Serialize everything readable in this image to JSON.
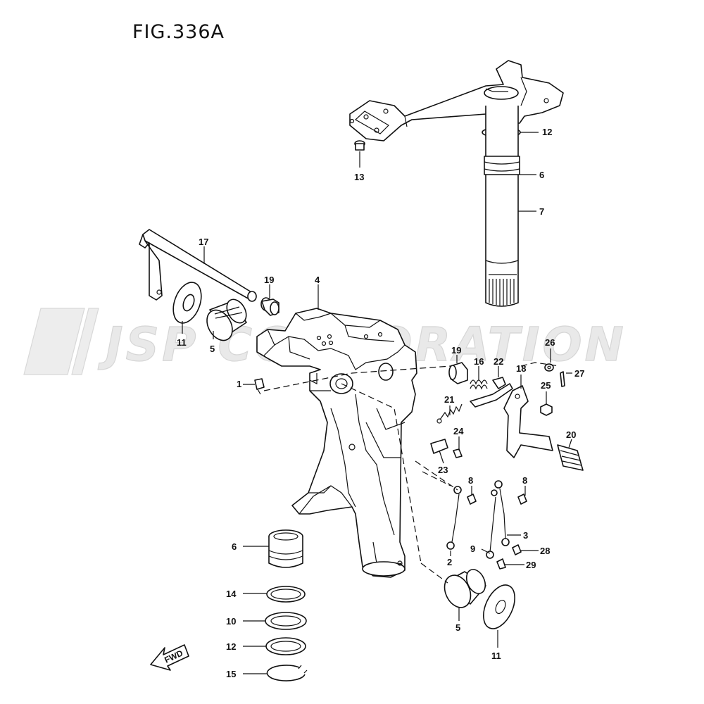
{
  "figure": {
    "title": "FIG.336A"
  },
  "watermark": {
    "text": "JSP CORPORATION"
  },
  "direction_badge": {
    "text": "FWD"
  },
  "callouts": [
    {
      "id": "c12a",
      "label": "12"
    },
    {
      "id": "c13",
      "label": "13"
    },
    {
      "id": "c6a",
      "label": "6"
    },
    {
      "id": "c7",
      "label": "7"
    },
    {
      "id": "c17",
      "label": "17"
    },
    {
      "id": "c19a",
      "label": "19"
    },
    {
      "id": "c4",
      "label": "4"
    },
    {
      "id": "c11a",
      "label": "11"
    },
    {
      "id": "c5a",
      "label": "5"
    },
    {
      "id": "c1",
      "label": "1"
    },
    {
      "id": "c19b",
      "label": "19"
    },
    {
      "id": "c16",
      "label": "16"
    },
    {
      "id": "c22",
      "label": "22"
    },
    {
      "id": "c18",
      "label": "18"
    },
    {
      "id": "c26",
      "label": "26"
    },
    {
      "id": "c27",
      "label": "27"
    },
    {
      "id": "c25",
      "label": "25"
    },
    {
      "id": "c21",
      "label": "21"
    },
    {
      "id": "c24",
      "label": "24"
    },
    {
      "id": "c20",
      "label": "20"
    },
    {
      "id": "c23",
      "label": "23"
    },
    {
      "id": "c8a",
      "label": "8"
    },
    {
      "id": "c8b",
      "label": "8"
    },
    {
      "id": "c3",
      "label": "3"
    },
    {
      "id": "c9",
      "label": "9"
    },
    {
      "id": "c28",
      "label": "28"
    },
    {
      "id": "c2",
      "label": "2"
    },
    {
      "id": "c29",
      "label": "29"
    },
    {
      "id": "c6b",
      "label": "6"
    },
    {
      "id": "c14",
      "label": "14"
    },
    {
      "id": "c10",
      "label": "10"
    },
    {
      "id": "c12b",
      "label": "12"
    },
    {
      "id": "c15",
      "label": "15"
    },
    {
      "id": "c5b",
      "label": "5"
    },
    {
      "id": "c11b",
      "label": "11"
    }
  ]
}
